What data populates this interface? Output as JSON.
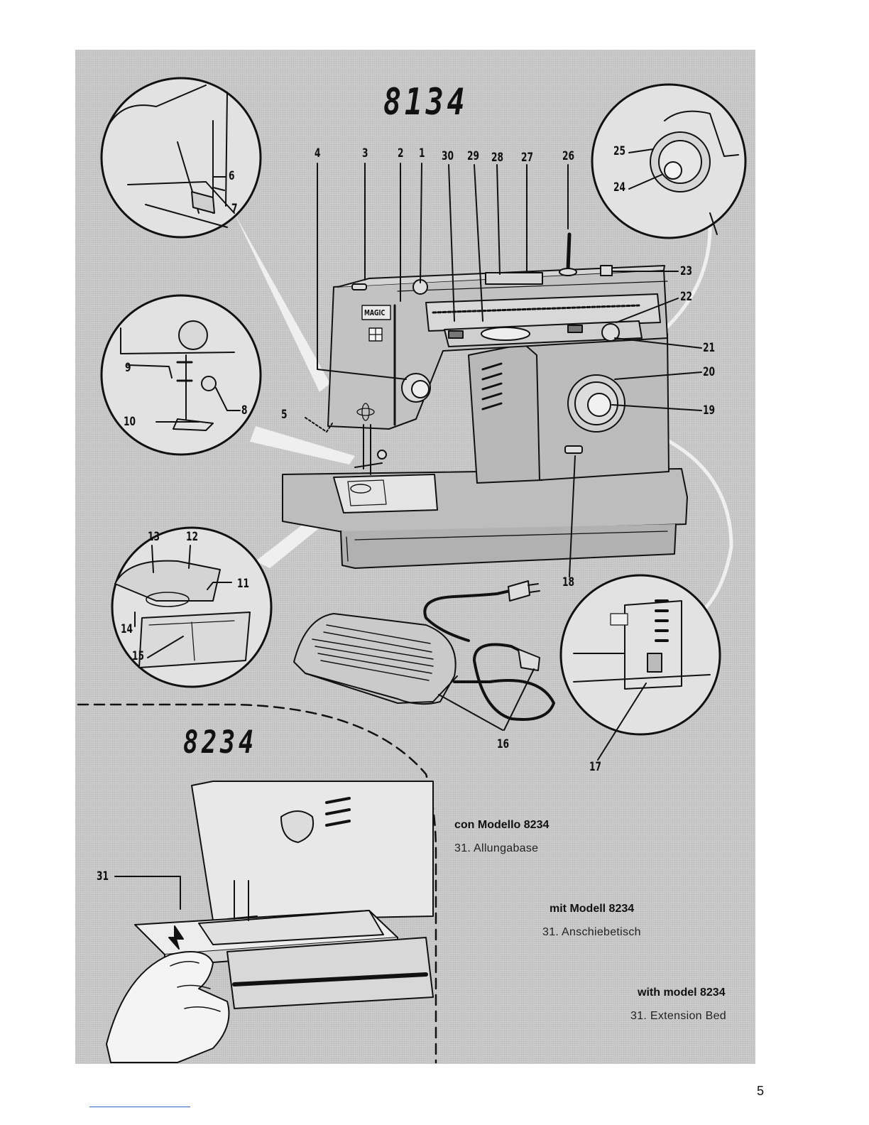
{
  "colors": {
    "plate": "#c9c9c9",
    "ink": "#111111",
    "machine": "#b8b8b8",
    "highlight": "#efefef",
    "footnote_rule": "#3060c0"
  },
  "figure": {
    "model_top": "8134",
    "model_bottom": "8234",
    "brand_badge": "MAGIC",
    "callouts": {
      "n1": "1",
      "n2": "2",
      "n3": "3",
      "n4": "4",
      "n5": "5",
      "n6": "6",
      "n7": "7",
      "n8": "8",
      "n9": "9",
      "n10": "10",
      "n11": "11",
      "n12": "12",
      "n13": "13",
      "n14": "14",
      "n15": "15",
      "n16": "16",
      "n17": "17",
      "n18": "18",
      "n19": "19",
      "n20": "20",
      "n21": "21",
      "n22": "22",
      "n23": "23",
      "n24": "24",
      "n25": "25",
      "n26": "26",
      "n27": "27",
      "n28": "28",
      "n29": "29",
      "n30": "30",
      "n31": "31"
    }
  },
  "captions": [
    {
      "heading": "con Modello 8234",
      "item": "31. Allungabase"
    },
    {
      "heading": "mit Modell 8234",
      "item": "31. Anschiebetisch"
    },
    {
      "heading": "with model 8234",
      "item": "31. Extension Bed"
    }
  ],
  "page_number": "5"
}
